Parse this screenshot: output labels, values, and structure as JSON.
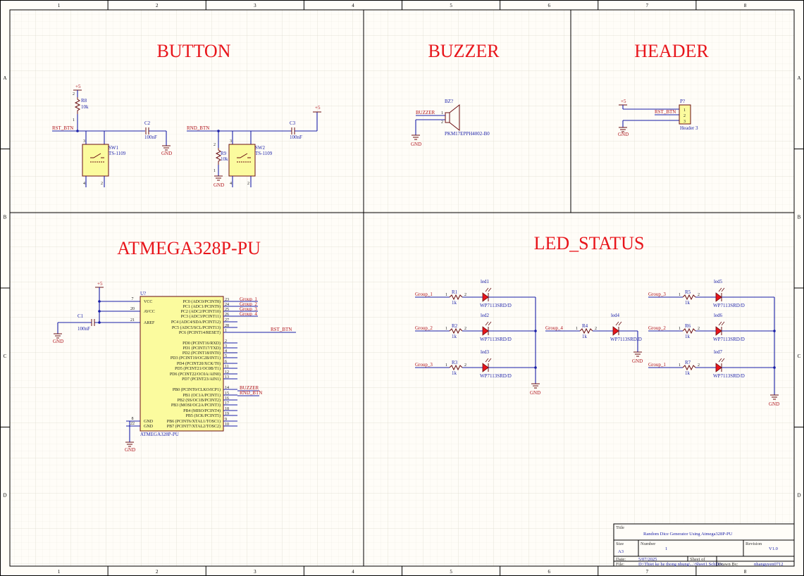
{
  "grid": {
    "columns": [
      "1",
      "2",
      "3",
      "4",
      "5",
      "6",
      "7",
      "8"
    ],
    "rows": [
      "A",
      "B",
      "C",
      "D"
    ]
  },
  "sections": {
    "button": "BUTTON",
    "buzzer": "BUZZER",
    "header": "HEADER",
    "mcu": "ATMEGA328P-PU",
    "led": "LED_STATUS"
  },
  "power": {
    "vcc": "+5",
    "gnd": "GND"
  },
  "button": {
    "r8_name": "R8",
    "r8_value": "10k",
    "sw1_name": "SW1",
    "sw1_part": "TS-1109",
    "c2_name": "C2",
    "c2_value": "100nF",
    "net_rst": "RST_BTN",
    "net_rnd": "RND_BTN",
    "r9_name": "R9",
    "r9_value": "10k",
    "sw2_name": "SW2",
    "sw2_part": "TS-1109",
    "c3_name": "C3",
    "c3_value": "100nF"
  },
  "buzzer": {
    "name": "BZ?",
    "part": "PKM17EPPH4002-B0",
    "net": "BUZZER"
  },
  "header": {
    "name": "P?",
    "part": "Header 3",
    "net": "RST_BTN",
    "pins": [
      "1",
      "2",
      "3"
    ]
  },
  "mcu": {
    "ref": "U?",
    "part": "ATMEGA328P-PU",
    "c1_name": "C1",
    "c1_value": "100nF",
    "left_pins": [
      {
        "num": "7",
        "name": "VCC"
      },
      {
        "num": "20",
        "name": "AVCC"
      },
      {
        "num": "21",
        "name": "AREF"
      },
      {
        "num": "8",
        "name": "GND"
      },
      {
        "num": "22",
        "name": "GND"
      }
    ],
    "right_pins": [
      {
        "num": "23",
        "name": "PC0 (ADC0/PCINT8)"
      },
      {
        "num": "24",
        "name": "PC1 (ADC1/PCINT9)"
      },
      {
        "num": "25",
        "name": "PC2 (ADC2/PCINT10)"
      },
      {
        "num": "26",
        "name": "PC3 (ADC3/PCINT11)"
      },
      {
        "num": "27",
        "name": "PC4 (ADC4/SDA/PCINT12)"
      },
      {
        "num": "28",
        "name": "PC5 (ADC5/SCL/PCINT13)"
      },
      {
        "num": "1",
        "name": "PC6 (PCINT14/RESET)"
      },
      {
        "num": "2",
        "name": "PD0 (PCINT16/RXD)"
      },
      {
        "num": "3",
        "name": "PD1 (PCINT17/TXD)"
      },
      {
        "num": "4",
        "name": "PD2 (PCINT18/INT0)"
      },
      {
        "num": "5",
        "name": "PD3 (PCINT19/OC2B/INT1)"
      },
      {
        "num": "6",
        "name": "PD4 (PCINT20/XCK/T0)"
      },
      {
        "num": "11",
        "name": "PD5 (PCINT21/OC0B/T1)"
      },
      {
        "num": "12",
        "name": "PD6 (PCINT22/OC0A/AIN0)"
      },
      {
        "num": "13",
        "name": "PD7 (PCINT23/AIN1)"
      },
      {
        "num": "14",
        "name": "PB0 (PCINT0/CLKO/ICP1)"
      },
      {
        "num": "15",
        "name": "PB1 (OC1A/PCINT1)"
      },
      {
        "num": "16",
        "name": "PB2 (SS/OC1B/PCINT2)"
      },
      {
        "num": "17",
        "name": "PB3 (MOSI/OC2A/PCINT3)"
      },
      {
        "num": "18",
        "name": "PB4 (MISO/PCINT4)"
      },
      {
        "num": "19",
        "name": "PB5 (SCK/PCINT5)"
      },
      {
        "num": "9",
        "name": "PB6 (PCINT6/XTAL1/TOSC1)"
      },
      {
        "num": "10",
        "name": "PB7 (PCINT7/XTAL2/TOSC2)"
      }
    ],
    "group_nets": [
      "Group_1",
      "Group_2",
      "Group_3",
      "Group_4"
    ],
    "rst_net": "RST_BTN",
    "buzzer_net": "BUZZER",
    "rnd_net": "RND_BTN"
  },
  "leds": [
    {
      "net": "Group_1",
      "r": "R1",
      "rv": "1k",
      "led": "led1",
      "part": "WP7113SRD/D"
    },
    {
      "net": "Group_2",
      "r": "R2",
      "rv": "1k",
      "led": "led2",
      "part": "WP7113SRD/D"
    },
    {
      "net": "Group_3",
      "r": "R3",
      "rv": "1k",
      "led": "led3",
      "part": "WP7113SRD/D"
    },
    {
      "net": "Group_4",
      "r": "R4",
      "rv": "1k",
      "led": "led4",
      "part": "WP7113SRD/D"
    },
    {
      "net": "Group_3",
      "r": "R5",
      "rv": "1k",
      "led": "led5",
      "part": "WP7113SRD/D"
    },
    {
      "net": "Group_2",
      "r": "R6",
      "rv": "1k",
      "led": "led6",
      "part": "WP7113SRD/D"
    },
    {
      "net": "Group_1",
      "r": "R7",
      "rv": "1k",
      "led": "led7",
      "part": "WP7113SRD/D"
    }
  ],
  "title_block": {
    "title_label": "Title",
    "title": "Random Dice Generator Using Atmega328P-PU",
    "size_label": "Size",
    "size": "A3",
    "number_label": "Number",
    "number": "1",
    "revision_label": "Revision",
    "revision": "V1.0",
    "date_label": "Date:",
    "date": "5/07/2025",
    "sheet_label": "Sheet   of",
    "file_label": "File:",
    "file": "D:\\Thiet ke he thong nhung\\...\\Sheet1.SchDoc",
    "drawn_label": "Drawn By:",
    "drawn": "nhanguyen0712"
  }
}
